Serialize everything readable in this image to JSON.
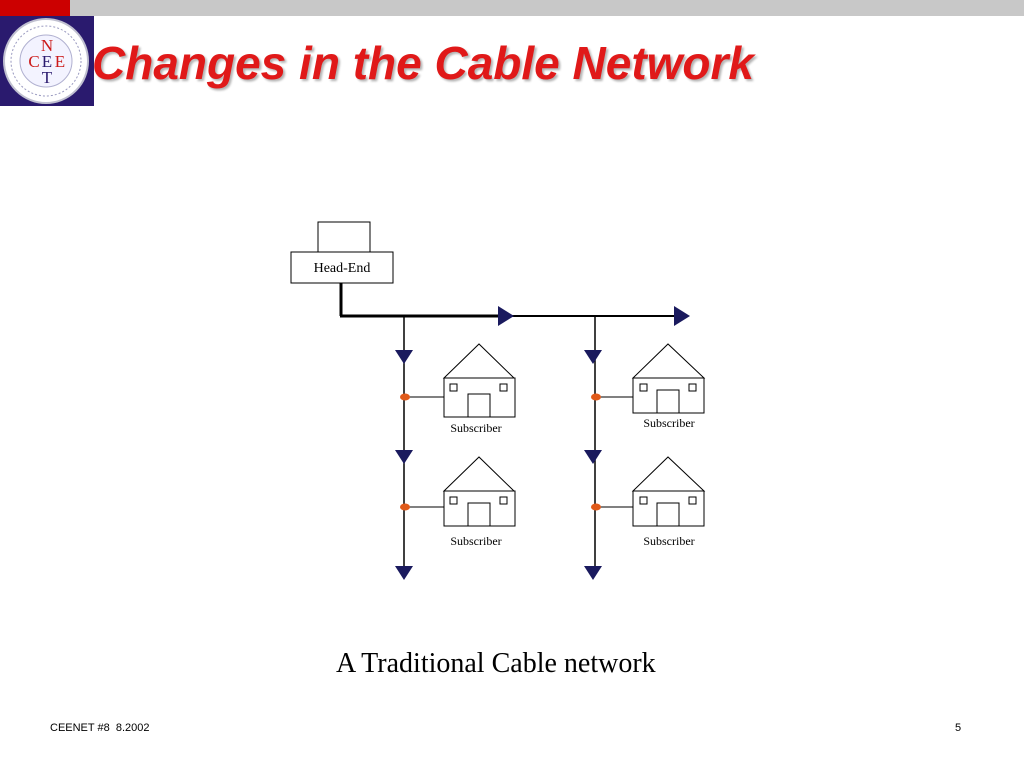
{
  "slide": {
    "title": "Changes in the Cable Network",
    "caption": "A Traditional Cable network",
    "footer_left": "CEENET #8  8.2002",
    "page_number": "5"
  },
  "logo": {
    "name": "ceenet-logo",
    "letters": [
      "N",
      "C",
      "E",
      "E",
      "T"
    ]
  },
  "diagram": {
    "head_end_label": "Head-End",
    "subscriber_label": "Subscriber",
    "colors": {
      "line": "#000000",
      "arrow": "#1a1a5e",
      "tap": "#e05a1a"
    }
  },
  "colors": {
    "title": "#e01919",
    "top_bar_red": "#cc0000",
    "top_bar_gray": "#c8c8c8",
    "logo_bg": "#2a1a6e"
  }
}
